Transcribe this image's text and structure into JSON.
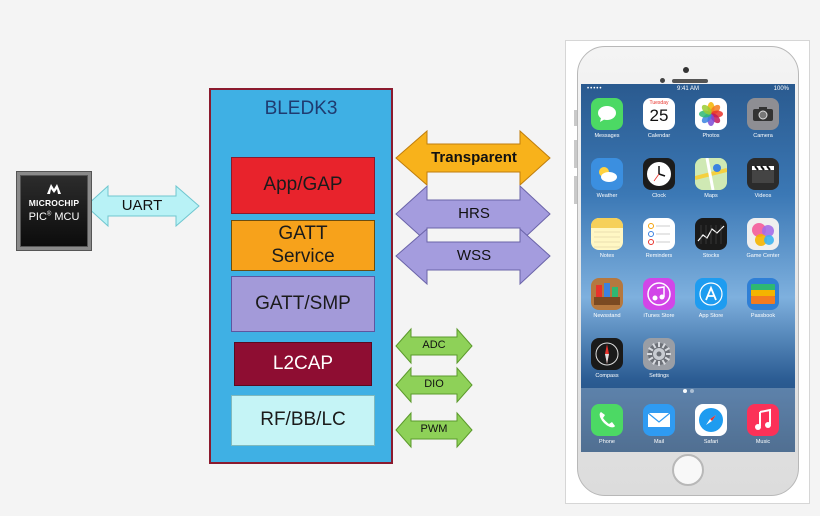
{
  "chip": {
    "brand": "MICROCHIP",
    "label": "PIC",
    "registered": "®",
    "suffix": " MCU"
  },
  "links": {
    "uart": "UART",
    "transparent": "Transparent",
    "hrs": "HRS",
    "wss": "WSS",
    "adc": "ADC",
    "dio": "DIO",
    "pwm": "PWM"
  },
  "stack": {
    "title": "BLEDK3",
    "layers": {
      "app_gap": "App/GAP",
      "gatt_service_line1": "GATT",
      "gatt_service_line2": "Service",
      "gatt_smp": "GATT/SMP",
      "l2cap": "L2CAP",
      "rf_bb_lc": "RF/BB/LC"
    }
  },
  "phone": {
    "status": {
      "carrier": "•••••",
      "time": "9:41 AM",
      "battery": "100%"
    },
    "apps": [
      {
        "label": "Messages",
        "icon": "messages-icon",
        "color": "#4cd964"
      },
      {
        "label": "Calendar",
        "icon": "calendar-icon",
        "color": "#ffffff",
        "day": "Tuesday",
        "date": "25"
      },
      {
        "label": "Photos",
        "icon": "photos-icon",
        "color": "#ffffff"
      },
      {
        "label": "Camera",
        "icon": "camera-icon",
        "color": "#8e8e93"
      },
      {
        "label": "Weather",
        "icon": "weather-icon",
        "color": "#3b8fe0"
      },
      {
        "label": "Clock",
        "icon": "clock-icon",
        "color": "#1c1c1c"
      },
      {
        "label": "Maps",
        "icon": "maps-icon",
        "color": "#8fd16f"
      },
      {
        "label": "Videos",
        "icon": "videos-icon",
        "color": "#2b2b2b"
      },
      {
        "label": "Notes",
        "icon": "notes-icon",
        "color": "#fff7c4"
      },
      {
        "label": "Reminders",
        "icon": "reminders-icon",
        "color": "#ffffff"
      },
      {
        "label": "Stocks",
        "icon": "stocks-icon",
        "color": "#1a1a1a"
      },
      {
        "label": "Game Center",
        "icon": "game-center-icon",
        "color": "#efefef"
      },
      {
        "label": "Newsstand",
        "icon": "newsstand-icon",
        "color": "#b5783f"
      },
      {
        "label": "iTunes Store",
        "icon": "itunes-store-icon",
        "color": "#d246e8"
      },
      {
        "label": "App Store",
        "icon": "app-store-icon",
        "color": "#1e9cf0"
      },
      {
        "label": "Passbook",
        "icon": "passbook-icon",
        "color": "#2f7fd6"
      },
      {
        "label": "Compass",
        "icon": "compass-icon",
        "color": "#1a1a1a"
      },
      {
        "label": "Settings",
        "icon": "settings-icon",
        "color": "#9a9ea5"
      }
    ],
    "dock": [
      {
        "label": "Phone",
        "icon": "phone-icon",
        "color": "#4cd964"
      },
      {
        "label": "Mail",
        "icon": "mail-icon",
        "color": "#2f9bf2"
      },
      {
        "label": "Safari",
        "icon": "safari-icon",
        "color": "#ffffff"
      },
      {
        "label": "Music",
        "icon": "music-icon",
        "color": "#fc3158"
      }
    ]
  }
}
